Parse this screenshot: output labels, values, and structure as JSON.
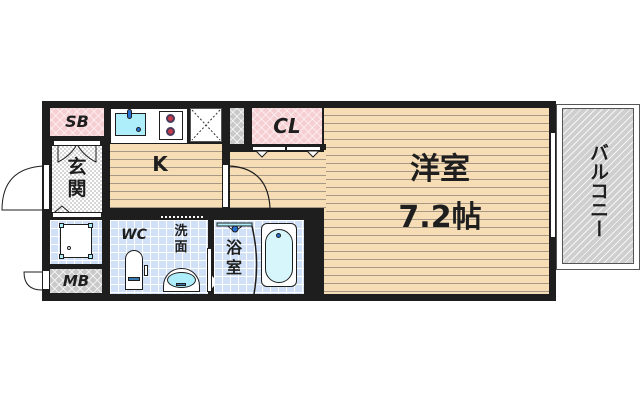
{
  "floor_plan": {
    "rooms": {
      "western_room": {
        "name": "洋室",
        "size": "7.2帖"
      },
      "kitchen": {
        "label": "K"
      },
      "closet": {
        "label": "CL"
      },
      "shoe_box": {
        "label": "SB"
      },
      "entrance": {
        "label": "玄関"
      },
      "toilet": {
        "label": "WC"
      },
      "washroom": {
        "label": "洗面"
      },
      "bathroom": {
        "label": "浴室"
      },
      "meter_box": {
        "label": "MB"
      },
      "balcony": {
        "label": "バルコニー"
      }
    },
    "colors": {
      "wall": "#1e1e1e",
      "wood_floor": "#f6ddb6",
      "tile_floor": "#cfe0f7",
      "storage_pink": "#f6cfd3",
      "fixture_blue": "#aeeefa",
      "balcony_grey": "#cfcfcf"
    }
  }
}
